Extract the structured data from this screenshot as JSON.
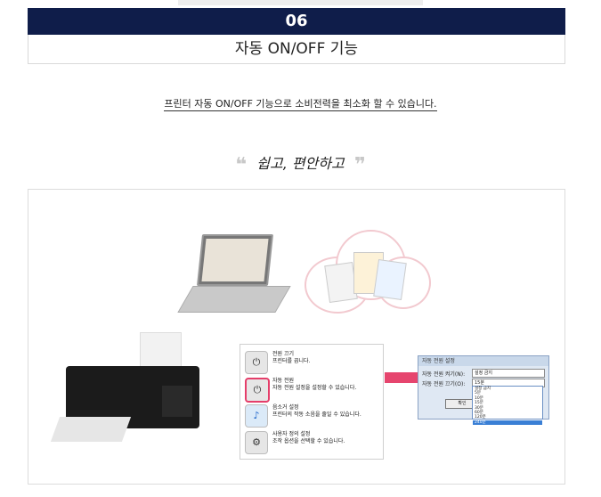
{
  "header": {
    "number": "06",
    "title": "자동 ON/OFF 기능"
  },
  "subtitle": "프린터 자동 ON/OFF 기능으로 소비전력을 최소화 할 수 있습니다.",
  "quote": {
    "open": "❝",
    "text": "쉽고, 편안하고",
    "close": "❞"
  },
  "settings_items": [
    {
      "icon": "power-icon",
      "title": "전원 끄기",
      "desc": "프린터를 끕니다."
    },
    {
      "icon": "auto-power-icon",
      "title": "자동 전원",
      "desc": "자동 전원 설정을 설정할 수 있습니다."
    },
    {
      "icon": "sound-icon",
      "title": "음소거 설정",
      "desc": "프린터의 작동 소음을 줄일 수 있습니다."
    },
    {
      "icon": "custom-settings-icon",
      "title": "사용자 정의 설정",
      "desc": "조작 옵션을 선택할 수 있습니다."
    }
  ],
  "dialog": {
    "title": "자동 전원 설정",
    "row1_label": "자동 전원 켜기(N):",
    "row1_value": "설정 금지",
    "row2_label": "자동 전원 끄기(O):",
    "row2_value": "15분",
    "ok_label": "확인",
    "options": [
      "설정 금지",
      "5분",
      "10분",
      "15분",
      "30분",
      "60분",
      "120분",
      "240분"
    ],
    "selected_index": 7
  },
  "colors": {
    "banner": "#0f1d4a",
    "accent": "#e6456e"
  }
}
